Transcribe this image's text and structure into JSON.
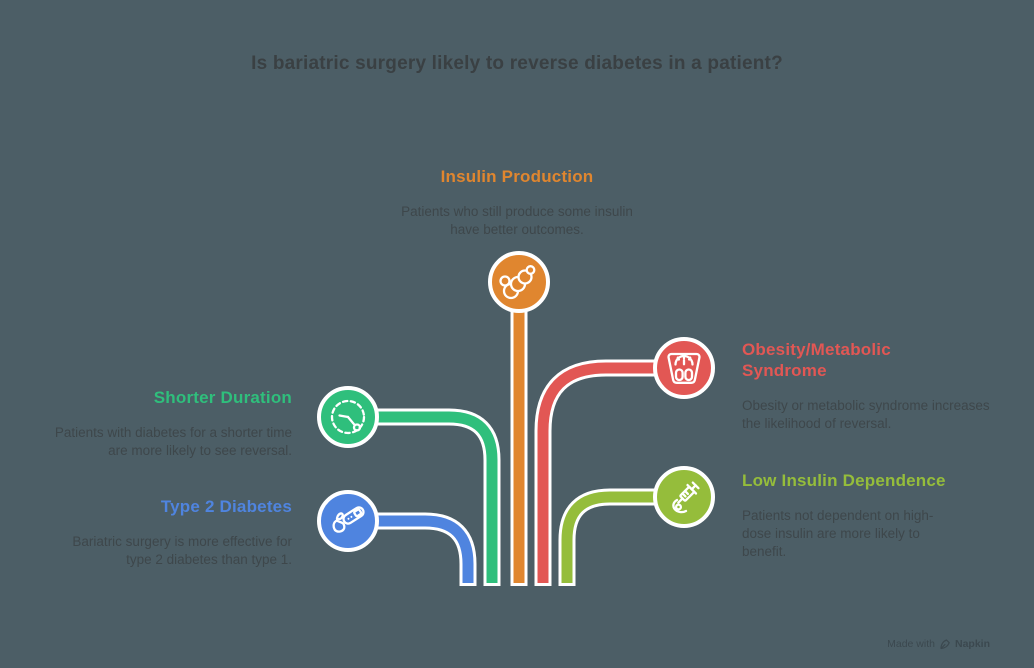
{
  "header": {
    "title": "Is bariatric surgery likely to reverse diabetes in a patient?"
  },
  "nodes": [
    {
      "id": "insulin-production",
      "label": "Insulin Production",
      "description": "Patients who still produce some insulin have better outcomes.",
      "color": "#E0862F",
      "icon": "pancreas-icon"
    },
    {
      "id": "obesity-metabolic-syndrome",
      "label": "Obesity/Metabolic Syndrome",
      "description": "Obesity or metabolic syndrome increases the likelihood of reversal.",
      "color": "#E25754",
      "icon": "weight-scale-icon"
    },
    {
      "id": "low-insulin-dependence",
      "label": "Low Insulin Dependence",
      "description": "Patients not dependent on high-dose insulin are more likely to benefit.",
      "color": "#95BD3B",
      "icon": "syringe-icon"
    },
    {
      "id": "shorter-duration",
      "label": "Shorter Duration",
      "description": "Patients with diabetes for a shorter time are more likely to see reversal.",
      "color": "#2FBF7C",
      "icon": "clock-icon"
    },
    {
      "id": "type-2-diabetes",
      "label": "Type 2 Diabetes",
      "description": "Bariatric surgery is more effective for type 2 diabetes than type 1.",
      "color": "#4F84DF",
      "icon": "glucometer-icon"
    }
  ],
  "watermark": {
    "prefix": "Made with",
    "brand": "Napkin"
  },
  "colors": {
    "background": "#4C5E66",
    "outline": "#FFFFFF",
    "title_text": "#3A4043",
    "body_text": "#3E474B",
    "watermark_text": "#39454B"
  }
}
